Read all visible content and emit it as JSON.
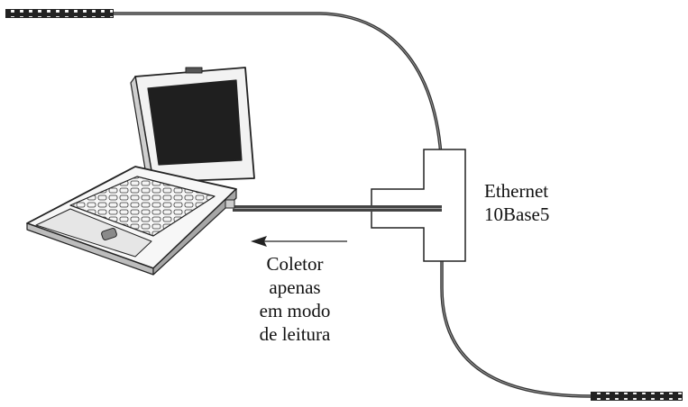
{
  "network_label": {
    "line1": "Ethernet",
    "line2": "10Base5"
  },
  "collector_label": {
    "line1": "Coletor",
    "line2": "apenas",
    "line3": "em modo",
    "line4": "de leitura"
  },
  "colors": {
    "ink": "#111111",
    "cable": "#333333",
    "screen": "#1f1f1f"
  },
  "icons": {
    "laptop": "laptop-icon",
    "tap": "t-connector-icon",
    "terminator": "cable-terminator-icon",
    "arrow": "arrow-left-icon"
  }
}
